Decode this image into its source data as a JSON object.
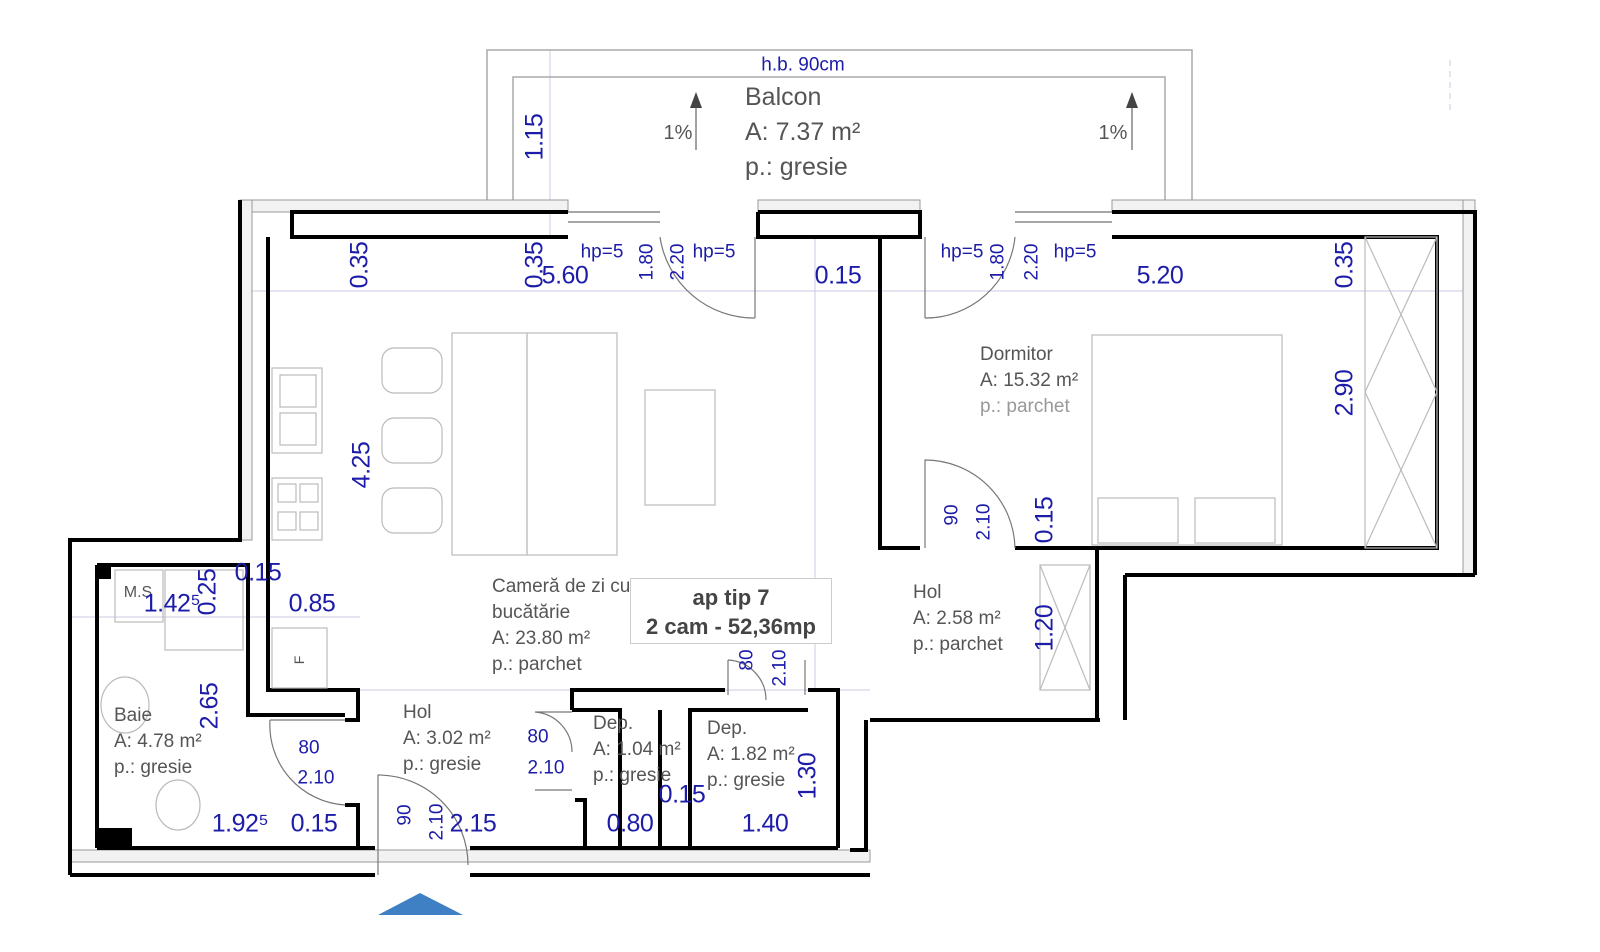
{
  "balcony": {
    "name": "Balcon",
    "area": "A: 7.37 m²",
    "floor": "p.: gresie",
    "parapet": "h.b. 90cm",
    "slope_left": "1%",
    "slope_right": "1%"
  },
  "rooms": {
    "living": {
      "name_line1": "Cameră de zi cu",
      "name_line2": "bucătărie",
      "area": "A: 23.80 m²",
      "floor": "p.: parchet"
    },
    "bedroom": {
      "name": "Dormitor",
      "area": "A: 15.32 m²",
      "floor": "p.: parchet"
    },
    "hall_right": {
      "name": "Hol",
      "area": "A: 2.58 m²",
      "floor": "p.: parchet"
    },
    "hall_entry": {
      "name": "Hol",
      "area": "A: 3.02 m²",
      "floor": "p.: gresie"
    },
    "bathroom": {
      "name": "Baie",
      "area": "A: 4.78 m²",
      "floor": "p.: gresie"
    },
    "storage1": {
      "name": "Dep.",
      "area": "A: 1.04 m²",
      "floor": "p.: gresie"
    },
    "storage2": {
      "name": "Dep.",
      "area": "A: 1.82 m²",
      "floor": "p.: gresie"
    }
  },
  "fixtures": {
    "washing_machine": "M.S",
    "fridge": "F"
  },
  "apartment": {
    "type": "ap tip 7",
    "summary": "2 cam - 52,36mp"
  },
  "dimensions": {
    "balcony_depth": "1.15",
    "hp": [
      "hp=5",
      "hp=5",
      "hp=5",
      "hp=5"
    ],
    "window_h": [
      "1.80",
      "2.20",
      "1.80",
      "2.20"
    ],
    "living_width": "5.60",
    "mid_wall": "0.15",
    "bedroom_width": "5.20",
    "wall_left": "0.35",
    "wall_mid": "0.35",
    "wall_right": "0.35",
    "bedroom_depth": "2.90",
    "living_depth": "4.25",
    "bed_door_w": "90",
    "bed_door_h": "2.10",
    "hall_wall": "0.15",
    "hall_len": "1.20",
    "bath_w": "1.42⁵",
    "bath_w2": "0.25",
    "wall_015a": "0.15",
    "kitchen_gap": "0.85",
    "bath_len": "2.65",
    "bath_door_w": "80",
    "bath_door_h": "2.10",
    "bath_bottom": "1.92⁵",
    "wall_015b": "0.15",
    "entry_door_w": "90",
    "entry_door_h": "2.10",
    "entry_w": "2.15",
    "dep1_door_w": "80",
    "dep1_door_h": "2.10",
    "dep1_w": "0.80",
    "wall_015c": "0.15",
    "dep2_door_w": "80",
    "dep2_door_h": "2.10",
    "dep2_len": "1.30",
    "dep2_w": "1.40"
  },
  "colors": {
    "walls": "#000000",
    "dimensions": "#1c1ca8",
    "labels": "#555555",
    "entry_arrow": "#3f7fc4",
    "jamb": "#e0a060"
  }
}
